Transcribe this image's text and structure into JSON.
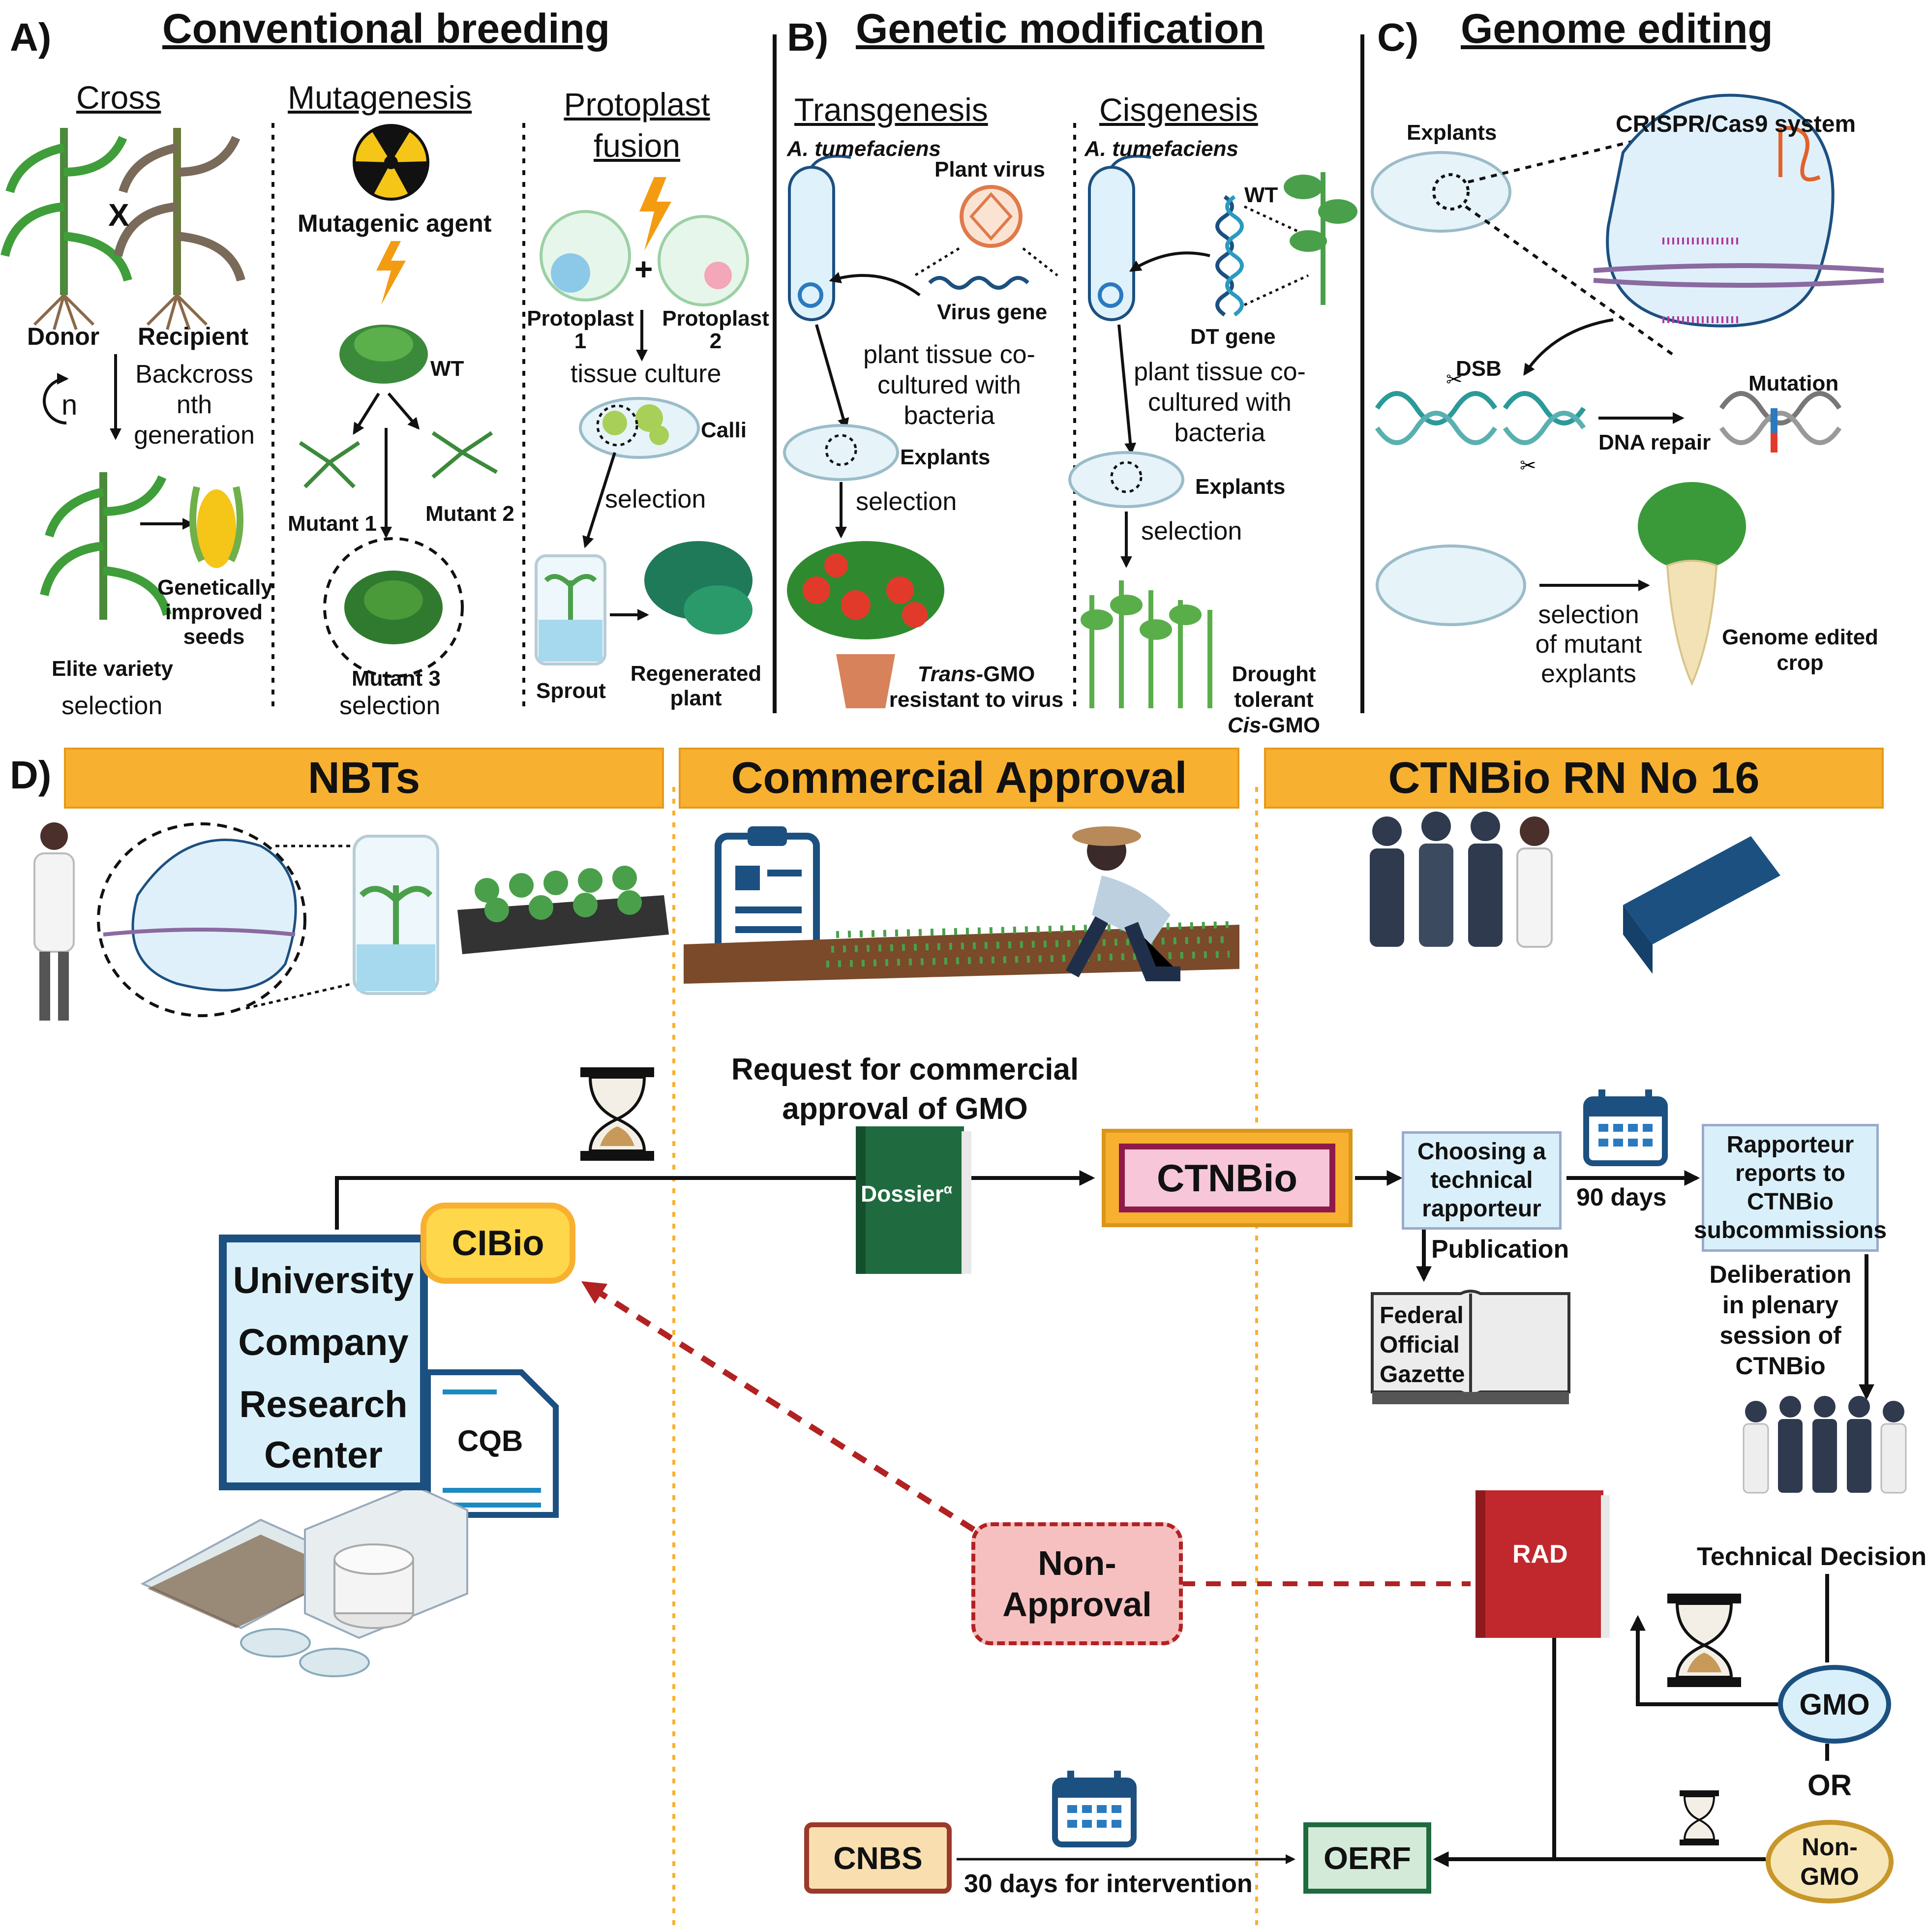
{
  "panelA": {
    "letter": "A)",
    "title": "Conventional breeding",
    "cross": {
      "title": "Cross",
      "x": "X",
      "donor": "Donor",
      "recipient": "Recipient",
      "backcross": [
        "Backcross",
        "nth",
        "generation"
      ],
      "n": "n",
      "elite": "Elite variety",
      "seeds": [
        "Genetically",
        "improved",
        "seeds"
      ],
      "selection": "selection"
    },
    "mutagenesis": {
      "title": "Mutagenesis",
      "agent": "Mutagenic agent",
      "wt": "WT",
      "m1": "Mutant 1",
      "m2": "Mutant 2",
      "m3": "Mutant 3",
      "selection": "selection"
    },
    "protoplast": {
      "title": [
        "Protoplast",
        "fusion"
      ],
      "p1": [
        "Protoplast",
        "1"
      ],
      "p2": [
        "Protoplast",
        "2"
      ],
      "culture": "tissue culture",
      "calli": "Calli",
      "selection": "selection",
      "sprout": "Sprout",
      "regen": [
        "Regenerated",
        "plant"
      ]
    }
  },
  "panelB": {
    "letter": "B)",
    "title": "Genetic modification",
    "trans": {
      "title": "Transgenesis",
      "agro": "A. tumefaciens",
      "virus": "Plant virus",
      "vgene": "Virus gene",
      "cocult": [
        "plant tissue co-",
        "cultured with",
        "bacteria"
      ],
      "explants": "Explants",
      "selection": "selection",
      "result_a": "Trans",
      "result_b": "-GMO",
      "result2": "resistant to virus"
    },
    "cis": {
      "title": "Cisgenesis",
      "agro": "A. tumefaciens",
      "wt": "WT",
      "dt": "DT gene",
      "cocult": [
        "plant tissue co-",
        "cultured with",
        "bacteria"
      ],
      "explants": "Explants",
      "selection": "selection",
      "result1": "Drought tolerant",
      "result_a": "Cis",
      "result_b": "-GMO"
    }
  },
  "panelC": {
    "letter": "C)",
    "title": "Genome editing",
    "explants": "Explants",
    "crispr": "CRISPR/Cas9 system",
    "dsb": "DSB",
    "repair": "DNA repair",
    "mutation": "Mutation",
    "sel": [
      "selection",
      "of mutant",
      "explants"
    ],
    "crop": [
      "Genome edited",
      "crop"
    ]
  },
  "panelD": {
    "letter": "D)",
    "banner1": "NBTs",
    "banner2": "Commercial Approval",
    "banner3": "CTNBio RN No 16",
    "request": [
      "Request for commercial",
      "approval of GMO"
    ],
    "dossier": "Dossier",
    "dossier_sup": "α",
    "ctnbio": "CTNBio",
    "choosing": [
      "Choosing a",
      "technical",
      "rapporteur"
    ],
    "days90": "90 days",
    "rapporteur": [
      "Rapporteur",
      "reports to",
      "CTNBio",
      "subcommissions"
    ],
    "publication": "Publication",
    "gazette": [
      "Federal",
      "Official",
      "Gazette"
    ],
    "deliberation": [
      "Deliberation",
      "in plenary",
      "session of",
      "CTNBio"
    ],
    "techdecision": "Technical Decision",
    "org": [
      "University",
      "Company",
      "Research",
      "Center"
    ],
    "cibio": "CIBio",
    "cqb": "CQB",
    "nonapproval": [
      "Non-",
      "Approval"
    ],
    "rad": "RAD",
    "gmo": "GMO",
    "or": "OR",
    "nongmo": [
      "Non-",
      "GMO"
    ],
    "cnbs": "CNBS",
    "oerf": "OERF",
    "days30": "30 days for intervention"
  },
  "colors": {
    "banner": "#f8b030",
    "navy": "#1c5080",
    "green": "#1f6b3f",
    "red": "#b22222",
    "cibio": "#ffd74a",
    "ctn_inner": "#f7c6d8",
    "pink": "#f7c0c0",
    "lightblue": "#d9f0fa"
  }
}
